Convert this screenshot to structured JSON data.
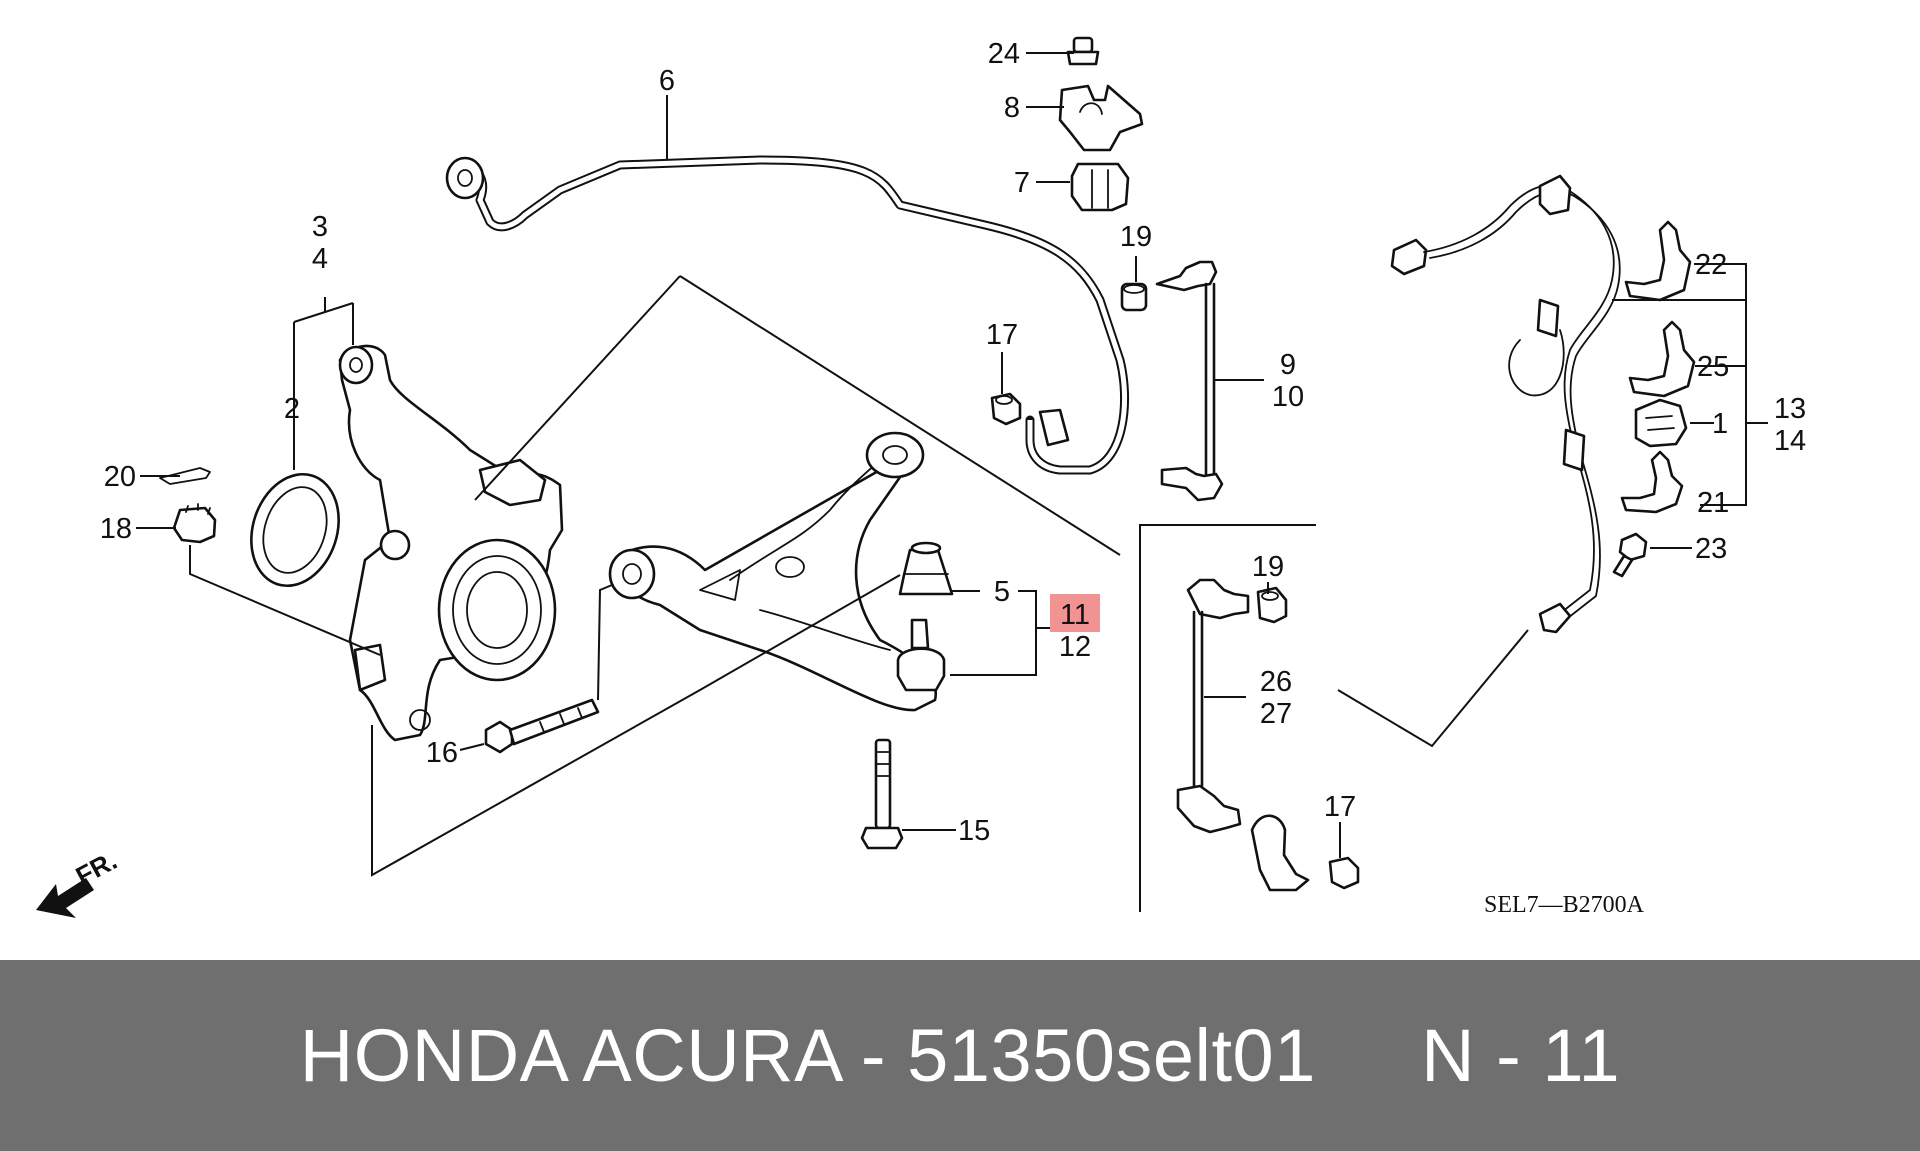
{
  "diagram": {
    "callouts": {
      "c1": "1",
      "c2": "2",
      "c3": "3",
      "c4": "4",
      "c5": "5",
      "c6": "6",
      "c7": "7",
      "c8": "8",
      "c9": "9",
      "c10": "10",
      "c11": "11",
      "c12": "12",
      "c13": "13",
      "c14": "14",
      "c15": "15",
      "c16": "16",
      "c17a": "17",
      "c17b": "17",
      "c18": "18",
      "c19a": "19",
      "c19b": "19",
      "c20": "20",
      "c21": "21",
      "c22": "22",
      "c23": "23",
      "c24": "24",
      "c25": "25",
      "c26": "26",
      "c27": "27"
    },
    "highlighted_callout": "11",
    "highlight_color": "#f08080",
    "diagram_code": "SEL7—B2700A",
    "front_label": "FR.",
    "icons": [
      "front-direction-arrow-icon"
    ]
  },
  "footer": {
    "text": "HONDA ACURA - 51350selt01     N - 11",
    "background": "#6f6f6f",
    "text_color": "#ffffff"
  }
}
